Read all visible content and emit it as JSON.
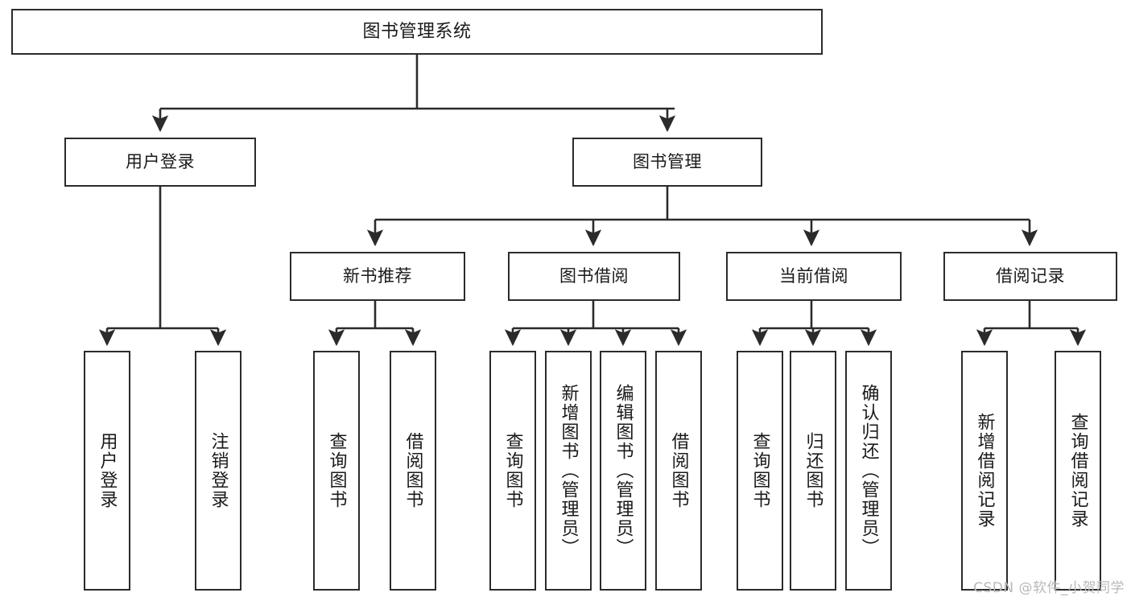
{
  "diagram": {
    "type": "tree-hierarchy-chart",
    "title": "图书管理系统",
    "watermark": "CSDN @软件_小贺同学",
    "colors": {
      "stroke": "#2b2b2b",
      "fill": "#ffffff",
      "text": "#1a1a1a",
      "watermark": "#b9b9b9"
    },
    "levels": {
      "root": {
        "label": "图书管理系统"
      },
      "level2": [
        {
          "label": "用户登录"
        },
        {
          "label": "图书管理"
        }
      ],
      "level3": [
        {
          "label": "新书推荐"
        },
        {
          "label": "图书借阅"
        },
        {
          "label": "当前借阅"
        },
        {
          "label": "借阅记录"
        }
      ],
      "leaves": [
        {
          "label": "用户登录",
          "parent": "用户登录"
        },
        {
          "label": "注销登录",
          "parent": "用户登录"
        },
        {
          "label": "查询图书",
          "parent": "新书推荐"
        },
        {
          "label": "借阅图书",
          "parent": "新书推荐"
        },
        {
          "label": "查询图书",
          "parent": "图书借阅"
        },
        {
          "label": "新增图书（管理员）",
          "parent": "图书借阅"
        },
        {
          "label": "编辑图书（管理员）",
          "parent": "图书借阅"
        },
        {
          "label": "借阅图书",
          "parent": "图书借阅"
        },
        {
          "label": "查询图书",
          "parent": "当前借阅"
        },
        {
          "label": "归还图书",
          "parent": "当前借阅"
        },
        {
          "label": "确认归还（管理员）",
          "parent": "当前借阅"
        },
        {
          "label": "新增借阅记录",
          "parent": "借阅记录"
        },
        {
          "label": "查询借阅记录",
          "parent": "借阅记录"
        }
      ]
    }
  }
}
